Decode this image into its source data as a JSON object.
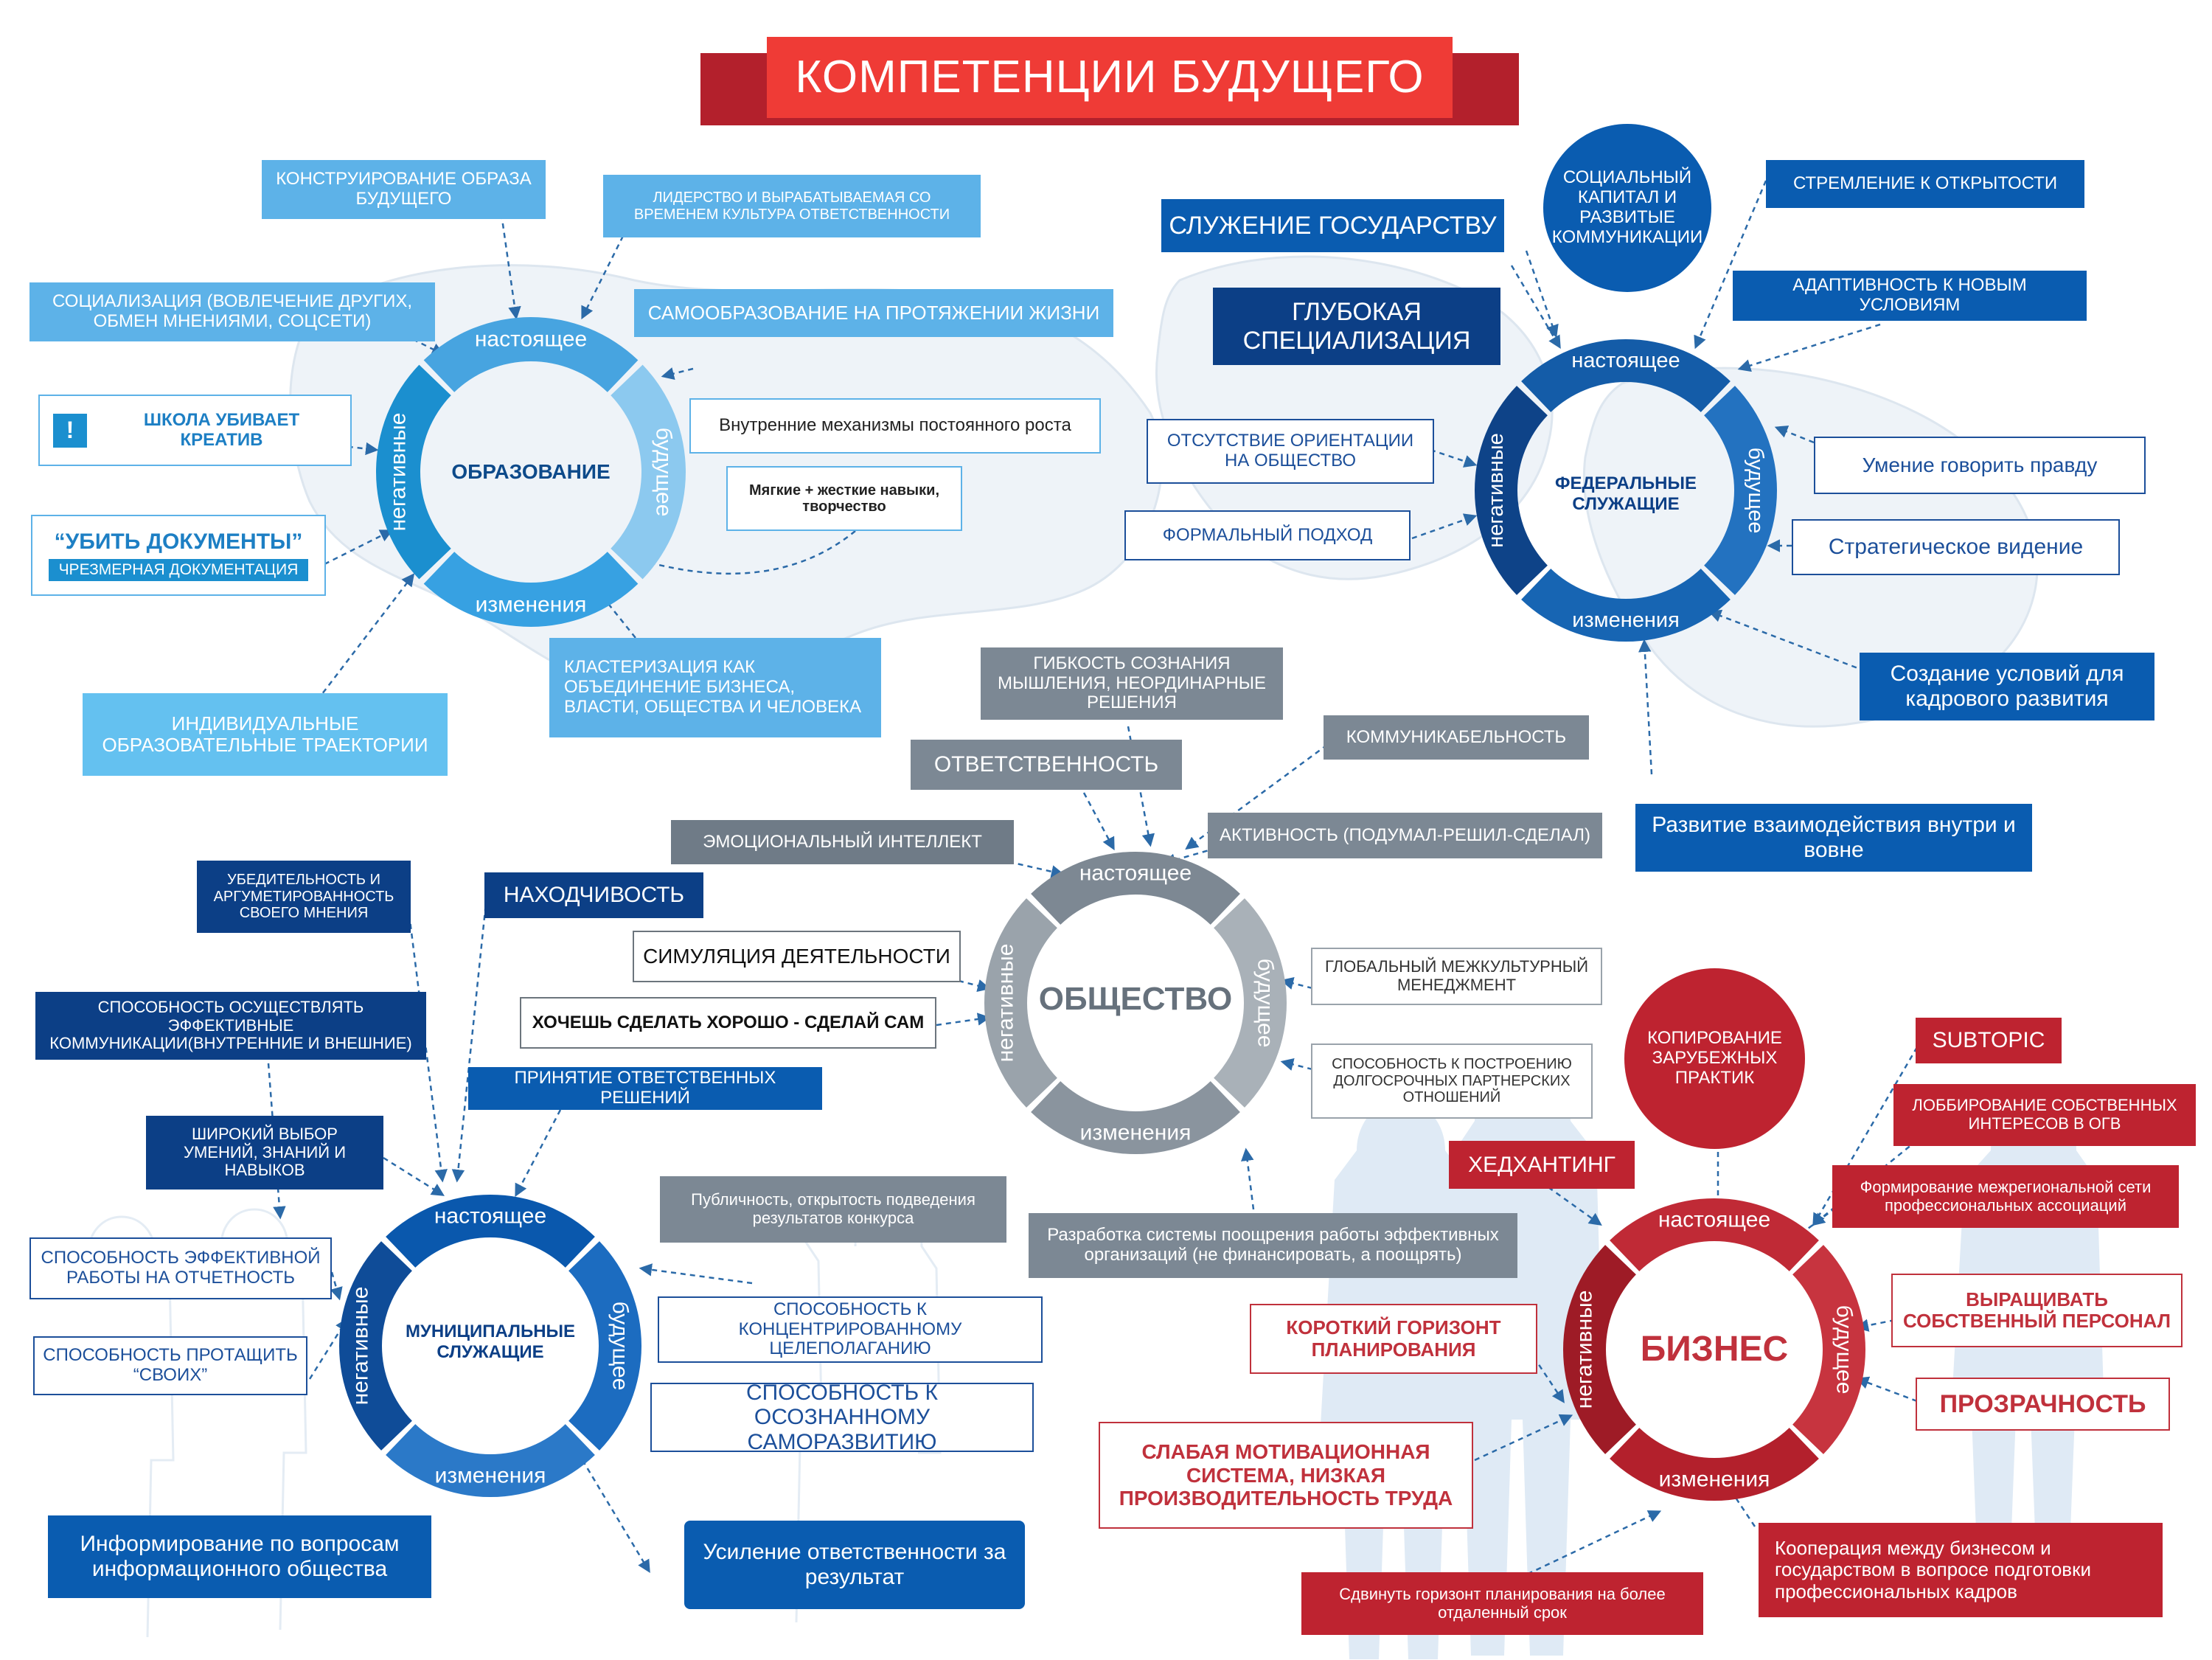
{
  "title": "КОМПЕТЕНЦИИ БУДУЩЕГО",
  "rings": [
    {
      "id": "edu",
      "center": "ОБРАЗОВАНИЕ",
      "top": "настоящее",
      "right": "будущее",
      "bottom": "изменения",
      "left": "негативные",
      "colors": {
        "top": "#47a4e0",
        "right": "#8cc9ef",
        "bottom": "#37a1e2",
        "left": "#1b8fcf",
        "text": "#0d4a8a"
      }
    },
    {
      "id": "fed",
      "center": "ФЕДЕРАЛЬНЫЕ СЛУЖАЩИЕ",
      "top": "настоящее",
      "right": "будущее",
      "bottom": "изменения",
      "left": "негативные",
      "colors": {
        "top": "#145ca8",
        "right": "#2372c0",
        "bottom": "#1765b3",
        "left": "#0e4388",
        "text": "#0c3f86"
      }
    },
    {
      "id": "soc",
      "center": "ОБЩЕСТВО",
      "top": "настоящее",
      "right": "будущее",
      "bottom": "изменения",
      "left": "негативные",
      "colors": {
        "top": "#7d8893",
        "right": "#a9b1b8",
        "bottom": "#8a949e",
        "left": "#9aa3ab",
        "text": "#66717c"
      }
    },
    {
      "id": "mun",
      "center": "МУНИЦИПАЛЬНЫЕ СЛУЖАЩИЕ",
      "top": "настоящее",
      "right": "будущее",
      "bottom": "изменения",
      "left": "негативные",
      "colors": {
        "top": "#0a58ad",
        "right": "#1c6cc0",
        "bottom": "#2b79c8",
        "left": "#0f4c98",
        "text": "#0c3f86"
      }
    },
    {
      "id": "biz",
      "center": "БИЗНЕС",
      "top": "настоящее",
      "right": "будущее",
      "bottom": "изменения",
      "left": "негативные",
      "colors": {
        "top": "#c02a36",
        "right": "#c7343f",
        "bottom": "#b3202c",
        "left": "#9e1b26",
        "text": "#c0313c"
      }
    }
  ],
  "education": {
    "konstr": "КОНСТРУИРОВАНИЕ ОБРАЗА БУДУЩЕГО",
    "liderstvo": "ЛИДЕРСТВО И ВЫРАБАТЫВАЕМАЯ СО ВРЕМЕНЕМ КУЛЬТУРА ОТВЕТСТВЕННОСТИ",
    "socializ": "СОЦИАЛИЗАЦИЯ (ВОВЛЕЧЕНИЕ ДРУГИХ, ОБМЕН МНЕНИЯМИ, СОЦСЕТИ)",
    "samoobr": "САМООБРАЗОВАНИЕ НА ПРОТЯЖЕНИИ ЖИЗНИ",
    "alert": "!",
    "shkola": "ШКОЛА УБИВАЕТ КРЕАТИВ",
    "vnutr": "Внутренние механизмы постоянного роста",
    "myagkie": "Мягкие + жесткие навыки, творчество",
    "ubit": "“УБИТЬ ДОКУМЕНТЫ”",
    "chrezm": "ЧРЕЗМЕРНАЯ ДОКУМЕНТАЦИЯ",
    "klaster": "КЛАСТЕРИЗАЦИЯ КАК ОБЪЕДИНЕНИЕ БИЗНЕСА, ВЛАСТИ, ОБЩЕСТВА И ЧЕЛОВЕКА",
    "individ": "ИНДИВИДУАЛЬНЫЕ ОБРАЗОВАТЕЛЬНЫЕ ТРАЕКТОРИИ"
  },
  "federal": {
    "socialny": "СОЦИАЛЬНЫЙ КАПИТАЛ И РАЗВИТЫЕ КОММУНИКАЦИИ",
    "stremlenie": "СТРЕМЛЕНИЕ К ОТКРЫТОСТИ",
    "sluzhenie": "СЛУЖЕНИЕ ГОСУДАРСТВУ",
    "glubokaya": "ГЛУБОКАЯ СПЕЦИАЛИЗАЦИЯ",
    "adaptiv": "АДАПТИВНОСТЬ К НОВЫМ УСЛОВИЯМ",
    "otsutstvie": "ОТСУТСТВИЕ ОРИЕНТАЦИИ НА ОБЩЕСТВО",
    "umenie": "Умение говорить правду",
    "formalny": "ФОРМАЛЬНЫЙ ПОДХОД",
    "strateg": "Стратегическое видение",
    "sozdanie": "Создание условий для кадрового развития",
    "razvitie": "Развитие взаимодействия внутри и вовне"
  },
  "society": {
    "gibkost": "ГИБКОСТЬ СОЗНАНИЯ МЫШЛЕНИЯ, НЕОРДИНАРНЫЕ РЕШЕНИЯ",
    "otvetst": "ОТВЕТСТВЕННОСТЬ",
    "kommunik": "КОММУНИКАБЕЛЬНОСТЬ",
    "emoc": "ЭМОЦИОНАЛЬНЫЙ ИНТЕЛЛЕКТ",
    "aktiv": "АКТИВНОСТЬ (ПОДУМАЛ-РЕШИЛ-СДЕЛАЛ)",
    "simul": "СИМУЛЯЦИЯ ДЕЯТЕЛЬНОСТИ",
    "hochesh": "ХОЧЕШЬ СДЕЛАТЬ ХОРОШО - СДЕЛАЙ САМ",
    "global": "ГЛОБАЛЬНЫЙ МЕЖКУЛЬТУРНЫЙ МЕНЕДЖМЕНТ",
    "sposobn_postr": "СПОСОБНОСТЬ К ПОСТРОЕНИЮ ДОЛГОСРОЧНЫХ ПАРТНЕРСКИХ ОТНОШЕНИЙ",
    "publich": "Публичность, открытость подведения результатов конкурса",
    "razrabotka": "Разработка системы поощрения работы эффективных организаций (не финансировать, а поощрять)"
  },
  "municipal": {
    "ubedit": "УБЕДИТЕЛЬНОСТЬ И АРГУМЕТИРОВАННОСТЬ СВОЕГО МНЕНИЯ",
    "nahodch": "НАХОДЧИВОСТЬ",
    "sposobn_eff": "СПОСОБНОСТЬ ОСУЩЕСТВЛЯТЬ ЭФФЕКТИВНЫЕ КОММУНИКАЦИИ(ВНУТРЕННИЕ И ВНЕШНИЕ)",
    "prinyatie": "ПРИНЯТИЕ ОТВЕТСТВЕННЫХ РЕШЕНИЙ",
    "shirokiy": "ШИРОКИЙ ВЫБОР УМЕНИЙ, ЗНАНИЙ И НАВЫКОВ",
    "sposobn_otch": "СПОСОБНОСТЬ ЭФФЕКТИВНОЙ РАБОТЫ НА ОТЧЕТНОСТЬ",
    "sposobn_protashit": "СПОСОБНОСТЬ ПРОТАЩИТЬ “СВОИХ”",
    "sposobn_konc": "СПОСОБНОСТЬ К КОНЦЕНТРИРОВАННОМУ ЦЕЛЕПОЛАГАНИЮ",
    "sposobn_osozn": "СПОСОБНОСТЬ К ОСОЗНАННОМУ САМОРАЗВИТИЮ",
    "inform": "Информирование по вопросам информационного общества",
    "usilenie": "Усиление ответственности за результат"
  },
  "business": {
    "kopir": "КОПИРОВАНИЕ ЗАРУБЕЖНЫХ ПРАКТИК",
    "subtopic": "SUBTOPIC",
    "lobbi": "ЛОББИРОВАНИЕ СОБСТВЕННЫХ ИНТЕРЕСОВ В ОГВ",
    "hedh": "ХЕДХАНТИНГ",
    "formir": "Формирование межрегиональной сети профессиональных ассоциаций",
    "korotkiy": "КОРОТКИЙ ГОРИЗОНТ ПЛАНИРОВАНИЯ",
    "vyrash": "ВЫРАЩИВАТЬ СОБСТВЕННЫЙ ПЕРСОНАЛ",
    "prozr": "ПРОЗРАЧНОСТЬ",
    "slabaya": "СЛАБАЯ МОТИВАЦИОННАЯ СИСТЕМА, НИЗКАЯ ПРОИЗВОДИТЕЛЬНОСТЬ ТРУДА",
    "kooper": "Кооперация между бизнесом и государством в вопросе подготовки профессиональных кадров",
    "sdvinut": "Сдвинуть горизонт планирования на более отдаленный срок"
  },
  "palette": {
    "title_red": "#ef3b36",
    "title_dark": "#b3202c",
    "link": "#2b6aa8"
  }
}
